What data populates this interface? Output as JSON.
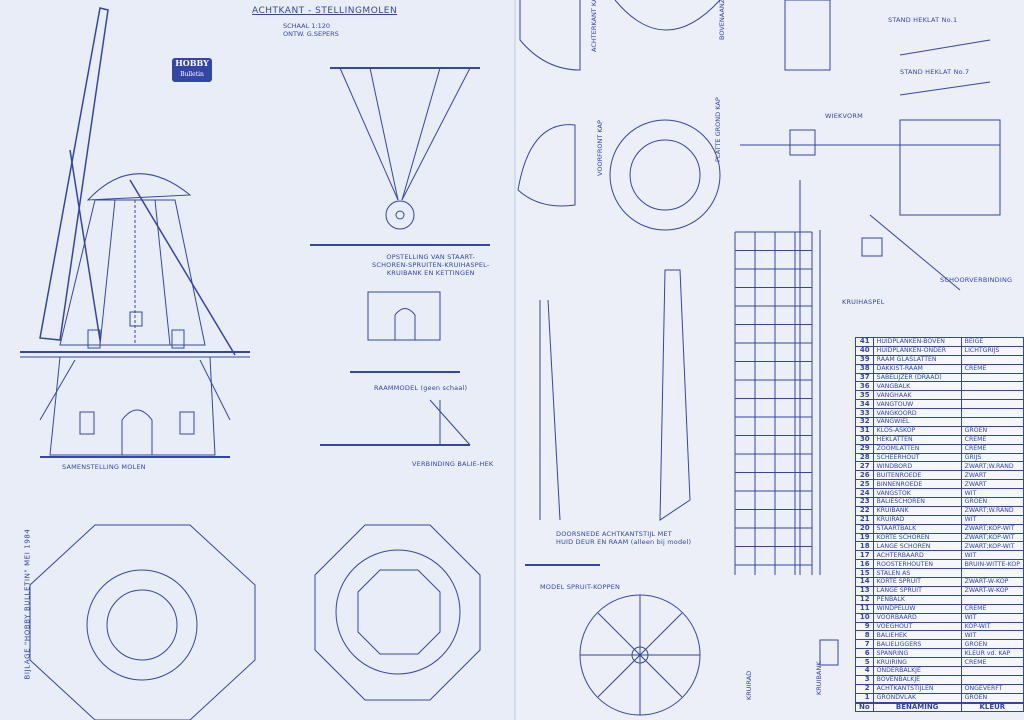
{
  "header": {
    "title": "ACHTKANT - STELLINGMOLEN",
    "scale": "SCHAAL 1:120",
    "designer": "ONTW. G.SEPERS"
  },
  "logo": {
    "line1": "HOBBY",
    "line2": "Bulletin"
  },
  "side_note": "BIJLAGE \"HOBBY BULLETIN\" MEI 1984",
  "captions": {
    "assembly": "SAMENSTELLING MOLEN",
    "setup": "OPSTELLING VAN STAART-\nSCHOREN-SPRUITEN-KRUIHASPEL-\nKRUIBANK EN KETTINGEN",
    "window": "RAAMMODEL (geen schaal)",
    "railing": "VERBINDING BALIE-HEK",
    "section": "DOORSNEDE ACHTKANTSTIJL MET\nHUID DEUR EN RAAM (alleen bij model)",
    "sprout": "MODEL SPRUIT-KOPPEN",
    "kruirad": "KRUIRAD",
    "kruibank": "KRUIBANK",
    "kruihaspel": "KRUIHASPEL",
    "schoor": "SCHOORVERBINDING",
    "wiekvorm": "WIEKVORM",
    "heklat1": "STAND HEKLAT No.1",
    "heklat7": "STAND HEKLAT No.7",
    "voorfront": "VOORFRONT KAP",
    "platte": "PLATTE GROND KAP",
    "achterkant": "ACHTERKANT KAP",
    "bovenaanzicht": "BOVENAANZICHT"
  },
  "parts_table": {
    "headers": [
      "No",
      "BENAMING",
      "KLEUR"
    ],
    "rows": [
      [
        "41",
        "HUIDPLANKEN-BOVEN",
        "BEIGE"
      ],
      [
        "40",
        "HUIDPLANKEN-ONDER",
        "LICHTGRIJS"
      ],
      [
        "39",
        "RAAM GLASLATTEN",
        ""
      ],
      [
        "38",
        "DAKKIST-RAAM",
        "CREME"
      ],
      [
        "37",
        "SABELIJZER (DRAAD)",
        ""
      ],
      [
        "36",
        "VANGBALK",
        ""
      ],
      [
        "35",
        "VANGHAAK",
        ""
      ],
      [
        "34",
        "VANGTOUW",
        ""
      ],
      [
        "33",
        "VANGKOORD",
        ""
      ],
      [
        "32",
        "VANGWIEL",
        ""
      ],
      [
        "31",
        "KLOS-ASKOP",
        "GROEN"
      ],
      [
        "30",
        "HEKLATTEN",
        "CREME"
      ],
      [
        "29",
        "ZOOMLATTEN",
        "CREME"
      ],
      [
        "28",
        "SCHEERHOUT",
        "GRIJS"
      ],
      [
        "27",
        "WINDBORD",
        "ZWART;W.RAND"
      ],
      [
        "26",
        "BUITENROEDE",
        "ZWART"
      ],
      [
        "25",
        "BINNENROEDE",
        "ZWART"
      ],
      [
        "24",
        "VANGSTOK",
        "WIT"
      ],
      [
        "23",
        "BALIESCHOREN",
        "GROEN"
      ],
      [
        "22",
        "KRUIBANK",
        "ZWART;W.RAND"
      ],
      [
        "21",
        "KRUIRAD",
        "WIT"
      ],
      [
        "20",
        "STAARTBALK",
        "ZWART;KOP-WIT"
      ],
      [
        "19",
        "KORTE SCHOREN",
        "ZWART;KOP-WIT"
      ],
      [
        "18",
        "LANGE SCHOREN",
        "ZWART;KOP-WIT"
      ],
      [
        "17",
        "ACHTERBAARD",
        "WIT"
      ],
      [
        "16",
        "ROOSTERHOUTEN",
        "BRUIN-WITTE-KOP"
      ],
      [
        "15",
        "STALEN AS",
        ""
      ],
      [
        "14",
        "KORTE SPRUIT",
        "ZWART-W-KOP"
      ],
      [
        "13",
        "LANGE SPRUIT",
        "ZWART-W-KOP"
      ],
      [
        "12",
        "PENBALK",
        ""
      ],
      [
        "11",
        "WINDPELUW",
        "CREME"
      ],
      [
        "10",
        "VOORBAARD",
        "WIT"
      ],
      [
        "9",
        "VOEGHOUT",
        "KOP-WIT"
      ],
      [
        "8",
        "BALIEHEK",
        "WIT"
      ],
      [
        "7",
        "BALIELIGGERS",
        "GROEN"
      ],
      [
        "6",
        "SPANRING",
        "KLEUR vd. KAP"
      ],
      [
        "5",
        "KRUIRING",
        "CREME"
      ],
      [
        "4",
        "ONDERBALKJE",
        ""
      ],
      [
        "3",
        "BOVENBALKJE",
        ""
      ],
      [
        "2",
        "ACHTKANTSTIJLEN",
        "ONGEVERFT"
      ],
      [
        "1",
        "GRONDVLAK",
        "GROEN"
      ]
    ]
  },
  "colors": {
    "ink": "#3346a8",
    "paper": "#e9edf7"
  }
}
